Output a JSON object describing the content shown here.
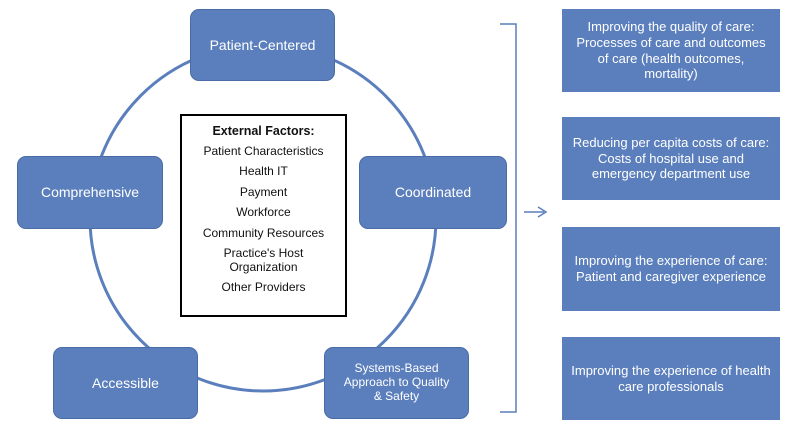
{
  "colors": {
    "node_fill": "#5b7fbc",
    "node_text": "#ffffff",
    "connector": "#5b7fbc",
    "factors_border": "#000000"
  },
  "cycle_nodes": {
    "patient_centered": "Patient-Centered",
    "coordinated": "Coordinated",
    "systems_based": "Systems-Based\nApproach to Quality\n& Safety",
    "accessible": "Accessible",
    "comprehensive": "Comprehensive"
  },
  "external_factors": {
    "title": "External Factors:",
    "items": [
      "Patient Characteristics",
      "Health IT",
      "Payment",
      "Workforce",
      "Community Resources",
      "Practice's Host\nOrganization",
      "Other Providers"
    ]
  },
  "outcomes": [
    {
      "heading": "Improving the quality of care:",
      "detail": "Processes of care and outcomes of care (health outcomes, mortality)"
    },
    {
      "heading": "Reducing per capita costs of care:",
      "detail": "Costs of hospital use and emergency department use"
    },
    {
      "heading": "Improving the experience of care:",
      "detail": "Patient and caregiver experience"
    },
    {
      "heading": "Improving the experience of health care professionals",
      "detail": ""
    }
  ],
  "icons": {
    "bracket": "right-bracket-icon",
    "arrow": "right-arrow-icon"
  }
}
